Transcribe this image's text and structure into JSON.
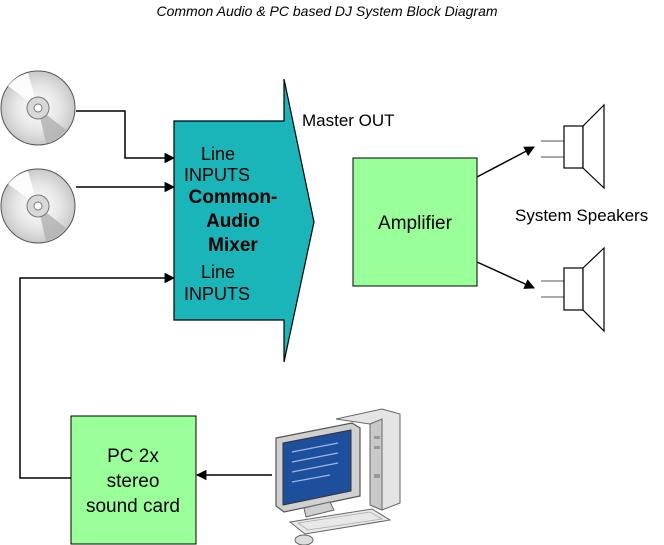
{
  "title": "Common Audio & PC based DJ System Block Diagram",
  "mixer": {
    "top_input_line1": "Line",
    "top_input_line2": "INPUTS",
    "name_line1": "Common-",
    "name_line2": "Audio",
    "name_line3": "Mixer",
    "bottom_input_line1": "Line",
    "bottom_input_line2": "INPUTS"
  },
  "master_out_label": "Master OUT",
  "amplifier_label": "Amplifier",
  "speakers_label": "System Speakers",
  "sound_card": {
    "line1": "PC 2x",
    "line2": "stereo",
    "line3": "sound card"
  },
  "icons": {
    "cd_top": "cd-disc-icon",
    "cd_bottom": "cd-disc-icon",
    "speaker_top": "loudspeaker-icon",
    "speaker_bottom": "loudspeaker-icon",
    "computer": "desktop-computer-icon"
  },
  "colors": {
    "mixer_fill": "#19b5b8",
    "green_box_fill": "#99ff99",
    "line": "#000000"
  }
}
